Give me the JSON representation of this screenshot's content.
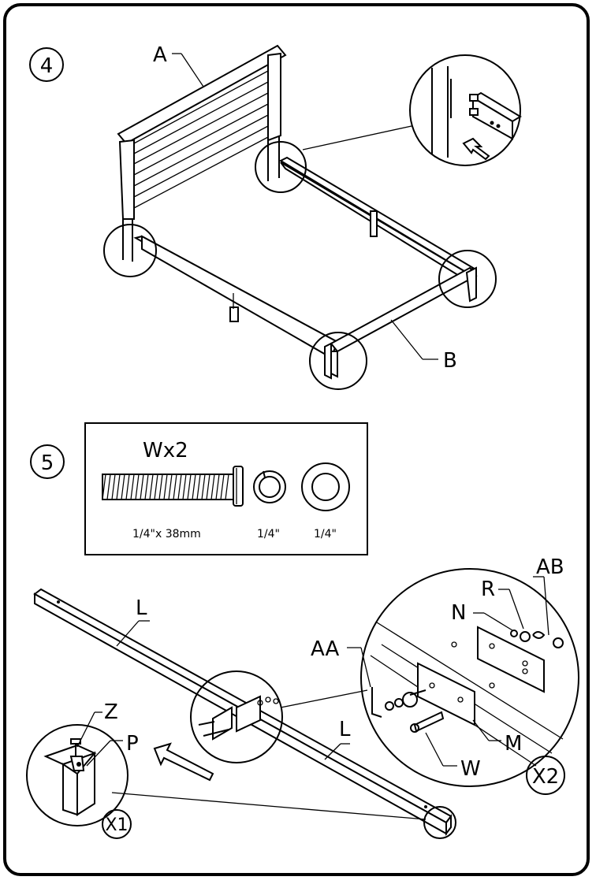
{
  "steps": [
    {
      "number": "4"
    },
    {
      "number": "5"
    }
  ],
  "step4_parts": {
    "headboard": "A",
    "side_rail": "B"
  },
  "step5_hardware": {
    "title": "Wx2",
    "bolt_size": "1/4\"x 38mm",
    "lock_washer_size": "1/4\"",
    "flat_washer_size": "1/4\""
  },
  "step5_parts": {
    "rail_top": "L",
    "rail_bottom": "L",
    "screw": "Z",
    "bracket": "P",
    "wrench": "AA",
    "washer_n": "N",
    "nut_r": "R",
    "clip_ab": "AB",
    "plate_m": "M",
    "bolt_w": "W"
  },
  "quantities": {
    "detail_small": "X1",
    "detail_large": "X2"
  }
}
